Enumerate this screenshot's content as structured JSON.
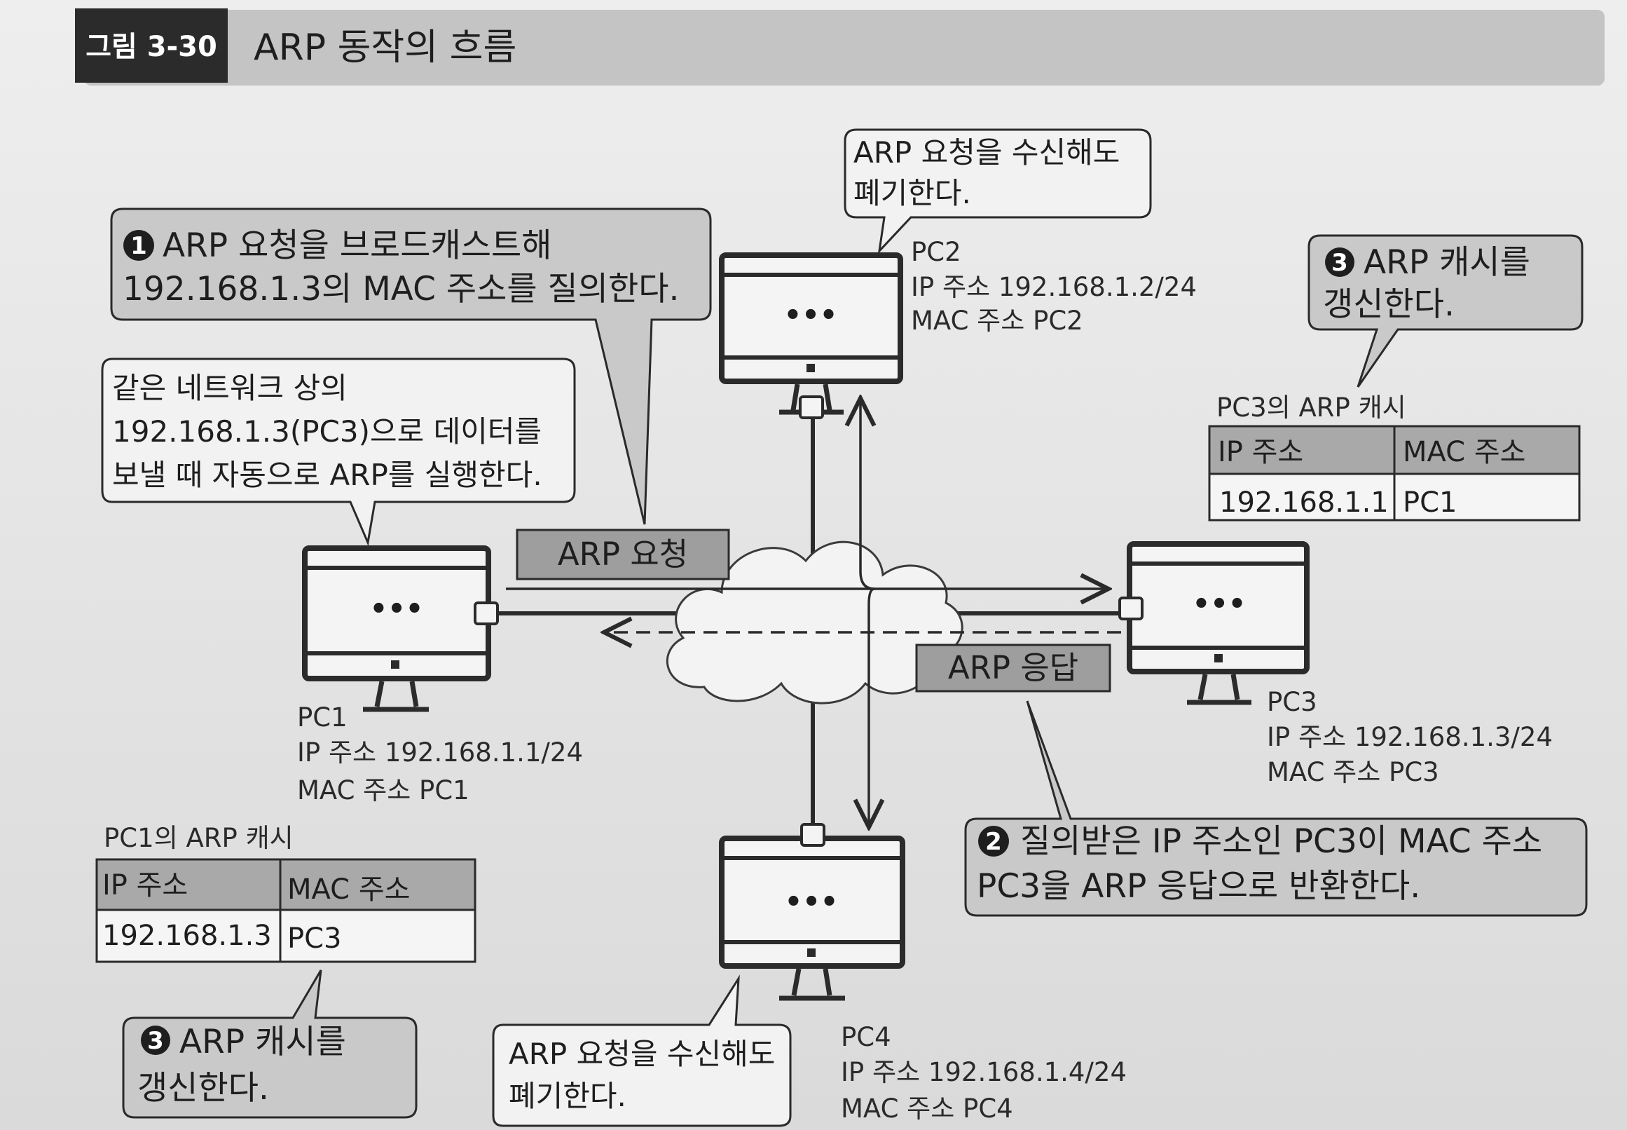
{
  "figure": {
    "number": "그림 3-30",
    "title": "ARP 동작의 흐름"
  },
  "callouts": {
    "step1": {
      "badge": "1",
      "line1": "ARP 요청을 브로드캐스트해",
      "line2": "192.168.1.3의 MAC 주소를 질의한다."
    },
    "pc1_note": {
      "line1": "같은 네트워크 상의",
      "line2": "192.168.1.3(PC3)으로 데이터를",
      "line3": "보낼 때 자동으로 ARP를 실행한다."
    },
    "pc2_discard": {
      "line1": "ARP 요청을 수신해도",
      "line2": "폐기한다."
    },
    "pc4_discard": {
      "line1": "ARP 요청을 수신해도",
      "line2": "폐기한다."
    },
    "step3_pc3": {
      "badge": "3",
      "line1": "ARP 캐시를",
      "line2": "갱신한다."
    },
    "step3_pc1": {
      "badge": "3",
      "line1": "ARP 캐시를",
      "line2": "갱신한다."
    },
    "step2": {
      "badge": "2",
      "line1": "질의받은 IP 주소인 PC3이 MAC 주소",
      "line2": "PC3을 ARP 응답으로 반환한다."
    }
  },
  "tags": {
    "arp_request": "ARP 요청",
    "arp_reply": "ARP 응답"
  },
  "hosts": {
    "pc1": {
      "name": "PC1",
      "ip": "IP 주소 192.168.1.1/24",
      "mac": "MAC 주소 PC1"
    },
    "pc2": {
      "name": "PC2",
      "ip": "IP 주소 192.168.1.2/24",
      "mac": "MAC 주소 PC2"
    },
    "pc3": {
      "name": "PC3",
      "ip": "IP 주소 192.168.1.3/24",
      "mac": "MAC 주소 PC3"
    },
    "pc4": {
      "name": "PC4",
      "ip": "IP 주소 192.168.1.4/24",
      "mac": "MAC 주소 PC4"
    },
    "screen_glyph": "•••"
  },
  "caches": {
    "pc3": {
      "title": "PC3의 ARP 캐시",
      "headers": [
        "IP 주소",
        "MAC 주소"
      ],
      "row": [
        "192.168.1.1",
        "PC1"
      ]
    },
    "pc1": {
      "title": "PC1의 ARP 캐시",
      "headers": [
        "IP 주소",
        "MAC 주소"
      ],
      "row": [
        "192.168.1.3",
        "PC3"
      ]
    }
  },
  "colors": {
    "callout_fill": "#c9c9c9",
    "callout_plain": "#f2f2f2",
    "header_bar": "#c4c4c4",
    "fig_label": "#2b2b2b",
    "tag_fill": "#9e9e9e",
    "table_header": "#a9a9a9",
    "line": "#2a2a2a",
    "monitor_stroke": "#2b2b2b"
  }
}
